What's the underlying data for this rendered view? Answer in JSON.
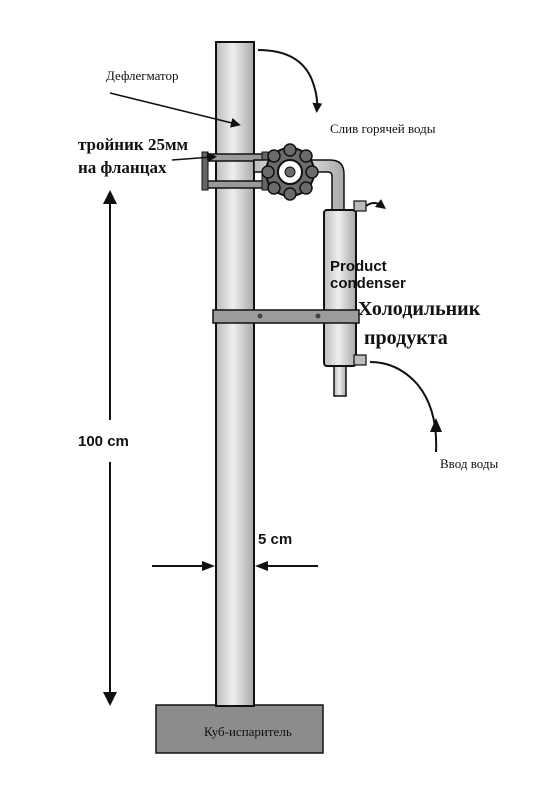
{
  "labels": {
    "dephlegmator": "Дефлегматор",
    "hot_water_drain": "Слив горячей воды",
    "tee_line1": "тройник 25мм",
    "tee_line2": "на фланцах",
    "product_condenser_en_line1": "Product",
    "product_condenser_en_line2": "condenser",
    "product_condenser_ru_line1": "Холодильник",
    "product_condenser_ru_line2": "продукта",
    "height_dimension": "100 cm",
    "diameter_dimension": "5 cm",
    "water_inlet": "Ввод воды",
    "boiler": "Куб-испаритель"
  },
  "colors": {
    "pipe_fill": "#d9d9d9",
    "pipe_stroke": "#111111",
    "boiler_fill": "#8c8c8c",
    "valve_fill": "#6b6b6b"
  }
}
